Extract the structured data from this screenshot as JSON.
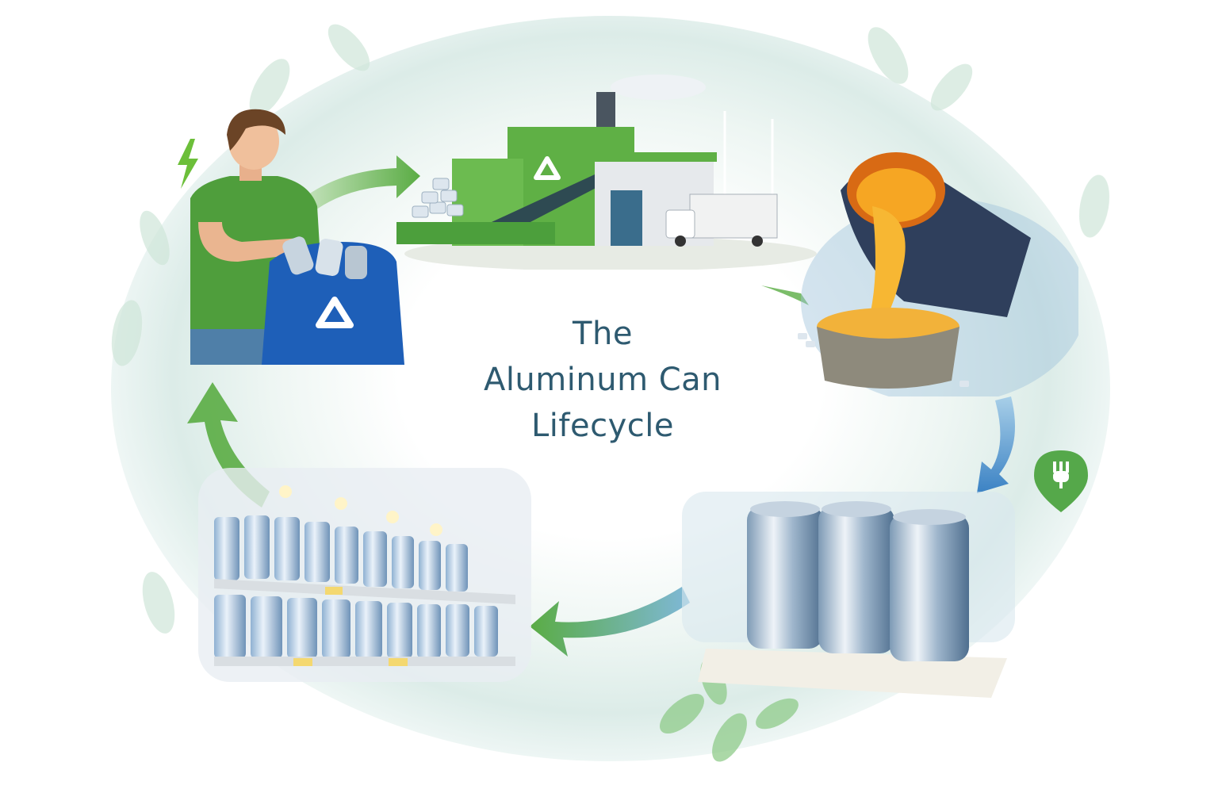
{
  "title": {
    "line1": "The",
    "line2": "Aluminum Can",
    "line3": "Lifecycle"
  },
  "stages": [
    {
      "id": "collect",
      "label": "Consumer recycling cans into blue recycling bag",
      "icon": "recycle-icon"
    },
    {
      "id": "facility",
      "label": "Recycling facility with conveyor, wind turbines and truck",
      "icon": "recycle-icon"
    },
    {
      "id": "smelt",
      "label": "Molten aluminum poured from crucible",
      "icon": "ladle-icon"
    },
    {
      "id": "manufacture",
      "label": "New aluminum cans on pallet",
      "icon": "can-icon"
    },
    {
      "id": "retail",
      "label": "Cans on store shelves",
      "icon": "shelf-icon"
    }
  ],
  "badges": {
    "energy": "lightning-bolt-icon",
    "plug": "plug-pin-icon"
  },
  "colors": {
    "title": "#2e5a70",
    "green": "#5aac44",
    "green_dark": "#3f8f35",
    "blue": "#3b82c4",
    "bag_blue": "#1e5fb8",
    "molten": "#f6a623",
    "aluminum": "#b9cde0"
  }
}
